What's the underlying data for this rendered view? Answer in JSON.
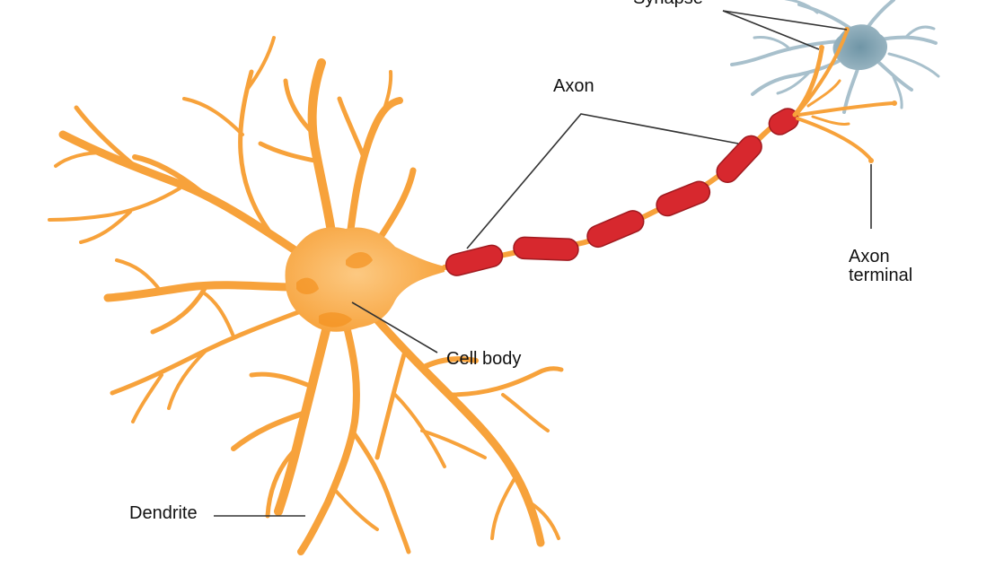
{
  "labels": {
    "synapse": "Synapse",
    "axon": "Axon",
    "axon_terminal": "Axon\nterminal",
    "cell_body": "Cell body",
    "dendrite": "Dendrite"
  },
  "colors": {
    "neuron": "#f7a23b",
    "neuron_light": "#fbc98a",
    "myelin": "#d7282e",
    "myelin_edge": "#a01a1f",
    "neighbor_neuron": "#a8c0cc",
    "neighbor_soma": "#7fa3b3",
    "leader_line": "#333333"
  }
}
